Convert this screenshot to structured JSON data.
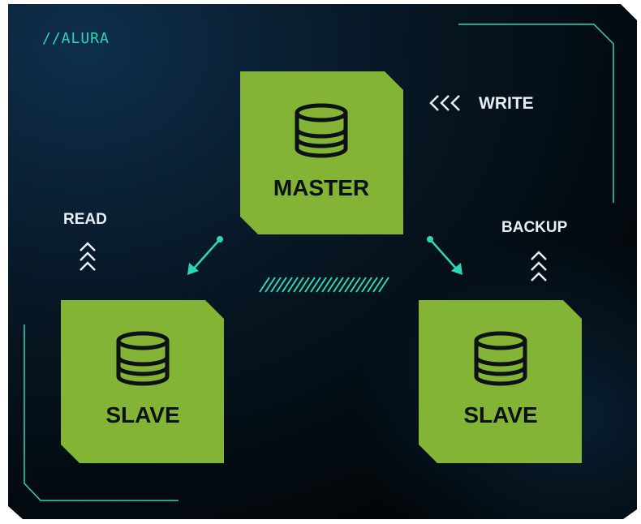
{
  "brand": "//ALURA",
  "labels": {
    "write": "WRITE",
    "read": "READ",
    "backup": "BACKUP"
  },
  "nodes": {
    "master": "MASTER",
    "slave_left": "SLAVE",
    "slave_right": "SLAVE"
  },
  "colors": {
    "background_light": "#0d2a45",
    "background_dark": "#020507",
    "node_fill": "#84b436",
    "accent": "#2fd6b4",
    "label_text": "#e9eef5",
    "node_text": "#0c1116"
  },
  "icons": {
    "node_icon": "database-icon",
    "write_indicator": "chevrons-left-icon",
    "read_indicator": "chevrons-up-icon",
    "backup_indicator": "chevrons-up-icon"
  }
}
